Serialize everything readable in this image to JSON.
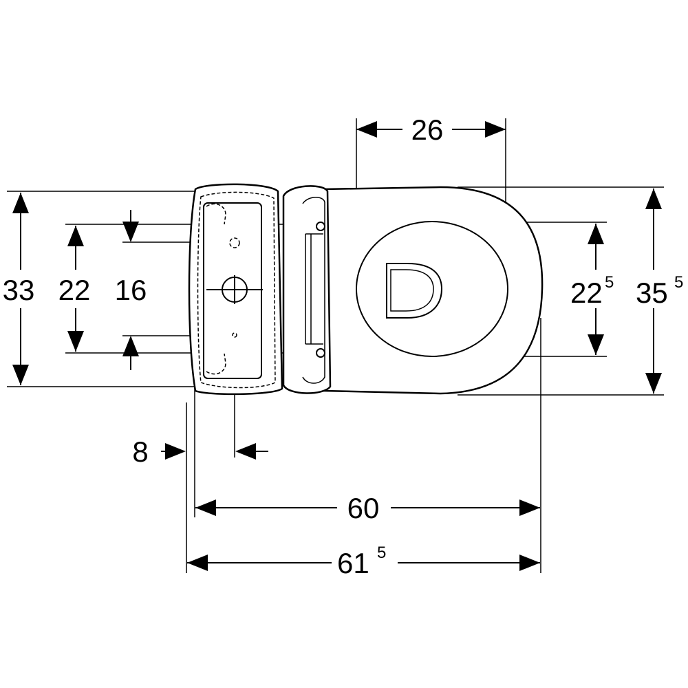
{
  "dimensions": {
    "width_seat": "26",
    "height_total": "33",
    "hole_spacing_outer": "22",
    "hole_spacing_inner": "16",
    "bowl_inner_main": "22",
    "bowl_inner_sup": "5",
    "bowl_outer_main": "35",
    "bowl_outer_sup": "5",
    "offset_small": "8",
    "length_bowl": "60",
    "length_total_main": "61",
    "length_total_sup": "5"
  }
}
